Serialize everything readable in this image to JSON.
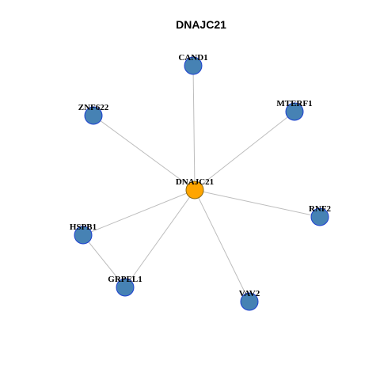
{
  "title": "DNAJC21",
  "colors": {
    "hub_fill": "#FFA500",
    "hub_stroke": "#8B6914",
    "node_fill": "#4682B4",
    "node_stroke": "#1C3FD1",
    "edge": "#BDBDBD"
  },
  "nodes": [
    {
      "id": "DNAJC21",
      "label": "DNAJC21",
      "hub": true
    },
    {
      "id": "CAND1",
      "label": "CAND1",
      "hub": false
    },
    {
      "id": "MTERF1",
      "label": "MTERF1",
      "hub": false
    },
    {
      "id": "ZNF622",
      "label": "ZNF622",
      "hub": false
    },
    {
      "id": "RNF2",
      "label": "RNF2",
      "hub": false
    },
    {
      "id": "HSPB1",
      "label": "HSPB1",
      "hub": false
    },
    {
      "id": "GRPEL1",
      "label": "GRPEL1",
      "hub": false
    },
    {
      "id": "VAV2",
      "label": "VAV2",
      "hub": false
    }
  ],
  "edges": [
    [
      "DNAJC21",
      "CAND1"
    ],
    [
      "DNAJC21",
      "MTERF1"
    ],
    [
      "DNAJC21",
      "ZNF622"
    ],
    [
      "DNAJC21",
      "RNF2"
    ],
    [
      "DNAJC21",
      "HSPB1"
    ],
    [
      "DNAJC21",
      "GRPEL1"
    ],
    [
      "DNAJC21",
      "VAV2"
    ],
    [
      "HSPB1",
      "GRPEL1"
    ]
  ]
}
